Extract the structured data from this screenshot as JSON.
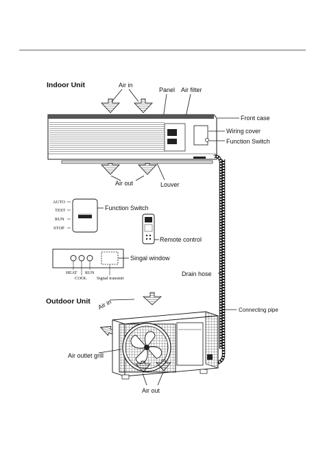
{
  "indoor": {
    "title": "Indoor Unit",
    "air_in": "Air in",
    "panel": "Panel",
    "air_filter": "Air filter",
    "front_case": "Front case",
    "wiring_cover": "Wiring cover",
    "function_switch": "Function Switch",
    "air_out": "Air out",
    "louver": "Louver"
  },
  "switch_panel": {
    "labels": [
      "AUTO",
      "TEST",
      "RUN",
      "STOP"
    ],
    "callout": "Function Switch"
  },
  "remote": {
    "callout": "Remote control"
  },
  "signal_panel": {
    "callout": "Singal window",
    "heat": "HEAT",
    "cool": "COOL",
    "run": "RUN",
    "signal": "Signal transmit"
  },
  "drain_hose": "Drain hose",
  "connecting_pipe": "Connecting pipe",
  "outdoor": {
    "title": "Outdoor Unit",
    "air_in": "Air in",
    "air_outlet_grill": "Air outlet grill",
    "air_out": "Air out"
  }
}
